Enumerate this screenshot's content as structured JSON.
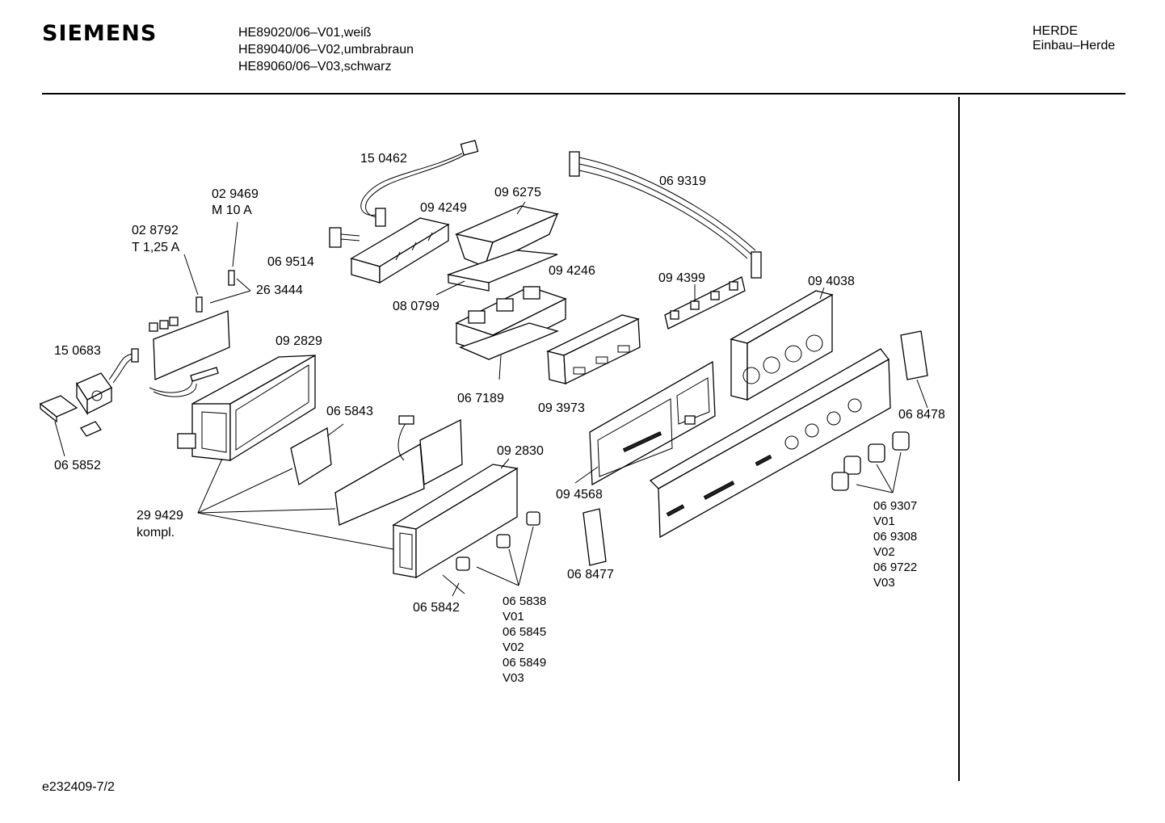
{
  "header": {
    "brand": "SIEMENS",
    "models": [
      "HE89020/06–V01,weiß",
      "HE89040/06–V02,umbrabraun",
      "HE89060/06–V03,schwarz"
    ],
    "category": [
      "HERDE",
      "Einbau–Herde"
    ]
  },
  "footer": {
    "doc_id": "e232409-7/2"
  },
  "labels": {
    "p150462": "15 0462",
    "p029469": "02 9469",
    "m10a": "M 10 A",
    "p028792": "02 8792",
    "t125a": "T 1,25 A",
    "p094249": "09 4249",
    "p096275": "09 6275",
    "p069319": "06 9319",
    "p069514": "06 9514",
    "p263444": "26 3444",
    "p094246": "09 4246",
    "p080799": "08 0799",
    "p094399": "09 4399",
    "p094038": "09 4038",
    "p150683": "15 0683",
    "p092829": "09 2829",
    "p067189": "06 7189",
    "p093973": "09 3973",
    "p065843": "06 5843",
    "p068478": "06 8478",
    "p065852": "06 5852",
    "p092830": "09 2830",
    "p094568": "09 4568",
    "p299429": "29 9429",
    "kompl": "kompl.",
    "p068477": "06 8477",
    "p065842": "06 5842",
    "knobs_small": [
      "06 5838",
      "V01",
      "06 5845",
      "V02",
      "06 5849",
      "V03"
    ],
    "knobs_large": [
      "06 9307",
      "V01",
      "06 9308",
      "V02",
      "06 9722",
      "V03"
    ]
  }
}
